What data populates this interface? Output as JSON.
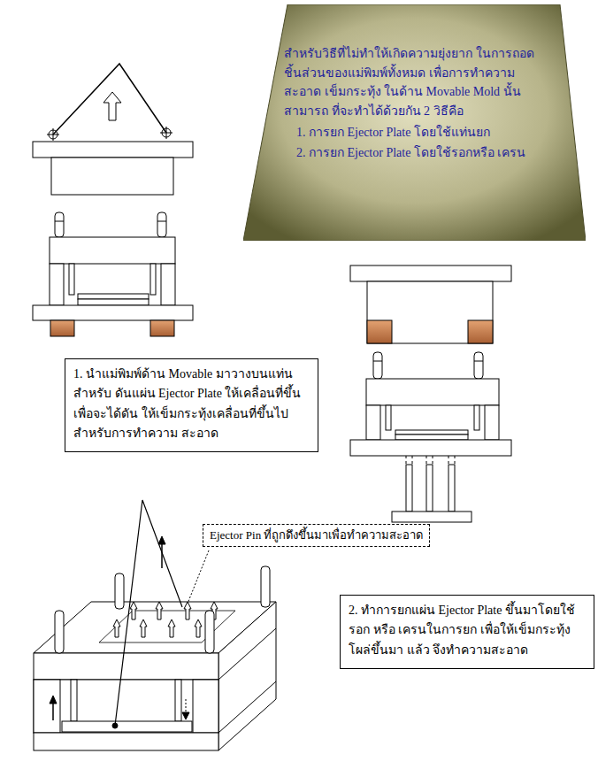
{
  "diagram": {
    "nodes": [
      {
        "text": [
          "สำหรับวิธีที่ไม่ทำให้เกิดความยุ่งยาก ในการถอด ชิ้นส่วนของแม่พิมพ์ทั้งหมด เพื่อการทำความสะอาด เข็มกระทุ้ง ในด้าน Movable Mold นั้น สามารถ ที่จะทำได้ด้วยกัน 2 วิธีคือ",
          "1. การยก Ejector Plate โดยใช้แท่นยก",
          "2. การยก Ejector Plate โดยใช้รอกหรือ เครน"
        ]
      },
      {
        "text": [
          "1. นำแม่พิมพ์ด้าน Movable มาวางบนแท่นสำหรับ ดันแผ่น Ejector Plate ให้เคลื่อนที่ขึ้น เพื่อจะได้ดัน ให้เข็มกระทุ้งเคลื่อนที่ขึ้นไปสำหรับการทำความ สะอาด"
        ]
      },
      {
        "text": [
          "Ejector Pin ที่ถูกดึงขึ้นมาเพื่อทำความสะอาด"
        ]
      },
      {
        "text": [
          "2. ทำการยกแผ่น Ejector Plate ขึ้นมาโดยใช้รอก หรือ เครนในการยก เพื่อให้เข็มกระทุ้งโผล่ขึ้นมา แล้ว จึงทำความสะอาด"
        ]
      }
    ]
  }
}
